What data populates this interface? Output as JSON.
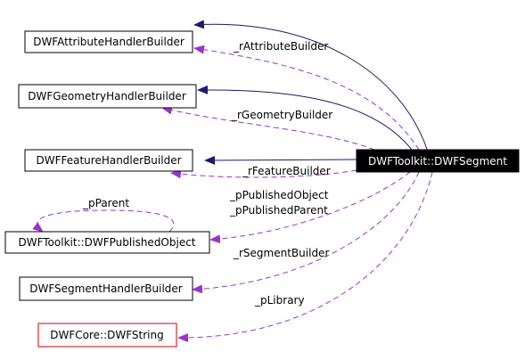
{
  "nodes": {
    "main": {
      "label": "DWFToolkit::DWFSegment"
    },
    "attribute_handler_builder": {
      "label": "DWFAttributeHandlerBuilder"
    },
    "geometry_handler_builder": {
      "label": "DWFGeometryHandlerBuilder"
    },
    "feature_handler_builder": {
      "label": "DWFFeatureHandlerBuilder"
    },
    "published_object": {
      "label": "DWFToolkit::DWFPublishedObject"
    },
    "segment_handler_builder": {
      "label": "DWFSegmentHandlerBuilder"
    },
    "string": {
      "label": "DWFCore::DWFString"
    }
  },
  "edge_labels": {
    "r_attribute_builder": "_rAttributeBuilder",
    "r_geometry_builder": "_rGeometryBuilder",
    "r_feature_builder": "_rFeatureBuilder",
    "p_published_object": "_pPublishedObject",
    "p_published_parent": "_pPublishedParent",
    "p_parent": "_pParent",
    "r_segment_builder": "_rSegmentBuilder",
    "p_library": "_pLibrary"
  },
  "colors": {
    "inheritance_edge": "#1a1a6e",
    "usage_edge": "#9a32cd",
    "main_fill": "#000000",
    "main_text": "#ffffff",
    "node_border": "#000000",
    "external_border": "#cc0000"
  }
}
